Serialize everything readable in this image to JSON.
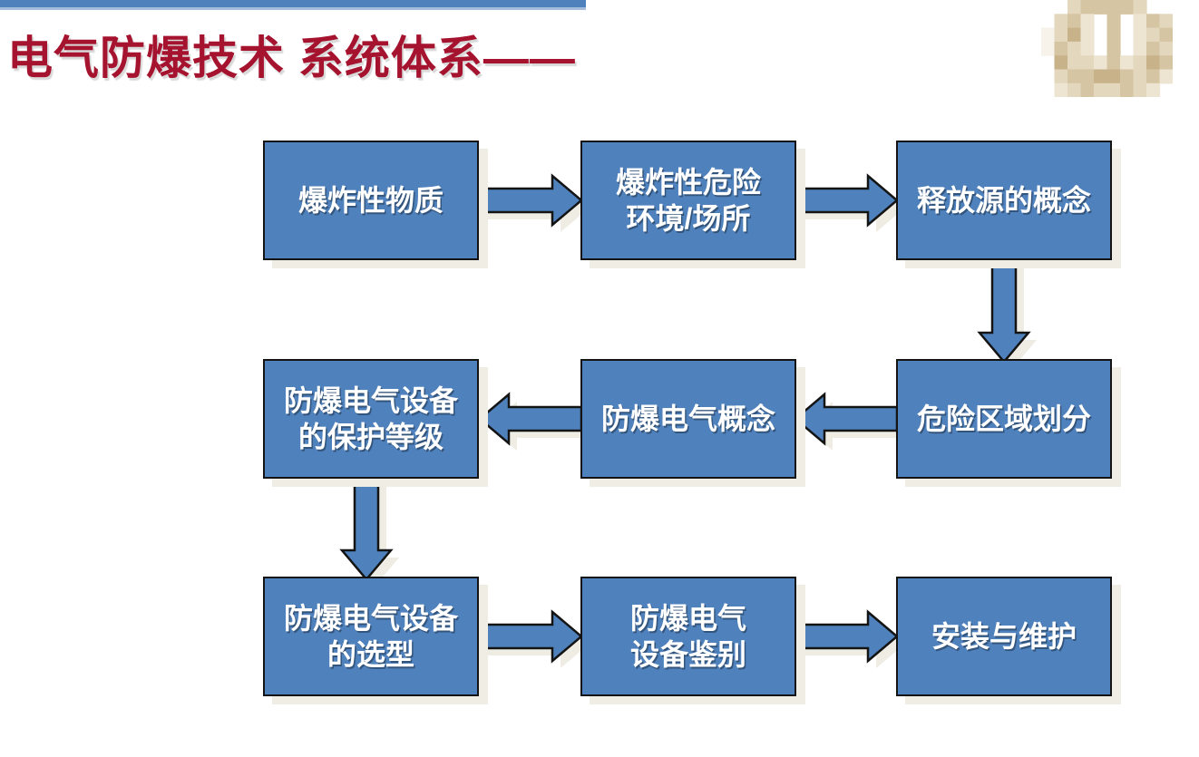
{
  "slide": {
    "title": "电气防爆技术 系统体系——",
    "colors": {
      "title_red": "#A5132F",
      "box_fill": "#4F81BD",
      "box_border": "#141414",
      "box_text": "#FFFFFF",
      "drop_shadow": "#F0EDE5",
      "top_bar": "#4F81BD",
      "top_bar_strip": "#A3BCDB",
      "arrow_fill": "#4F81BD"
    }
  },
  "logo": {
    "name": "pixelated-building-emblem",
    "cell": {
      "w": 14.5,
      "h": 15.3
    },
    "palette": {
      "a": "#F7F3EA",
      "b": "#EDE4D2",
      "c": "#E3D7BE",
      "d": "#D6C5A3",
      "e": "#C8B28A"
    },
    "pixels": [
      "..cddddc..",
      ".cdb.d.bdc",
      "aceb.d.bcd",
      "adcb.d.bdc",
      ".eccbdbced",
      ".cddeedcdb",
      ".bcdccdcb."
    ]
  },
  "flowchart": {
    "boxes": [
      {
        "id": "explosive-substances",
        "label": "爆炸性物质"
      },
      {
        "id": "hazardous-environment",
        "label": "爆炸性危险\n环境/场所"
      },
      {
        "id": "release-source-concept",
        "label": "释放源的概念"
      },
      {
        "id": "hazardous-area-classification",
        "label": "危险区域划分"
      },
      {
        "id": "explosionproof-electrical-concept",
        "label": "防爆电气概念"
      },
      {
        "id": "equipment-protection-level",
        "label": "防爆电气设备\n的保护等级"
      },
      {
        "id": "equipment-selection",
        "label": "防爆电气设备\n的选型"
      },
      {
        "id": "equipment-identification",
        "label": "防爆电气\n设备鉴别"
      },
      {
        "id": "installation-maintenance",
        "label": "安装与维护"
      }
    ],
    "arrows": [
      {
        "from": "explosive-substances",
        "to": "hazardous-environment",
        "direction": "right"
      },
      {
        "from": "hazardous-environment",
        "to": "release-source-concept",
        "direction": "right"
      },
      {
        "from": "release-source-concept",
        "to": "hazardous-area-classification",
        "direction": "down"
      },
      {
        "from": "hazardous-area-classification",
        "to": "explosionproof-electrical-concept",
        "direction": "left"
      },
      {
        "from": "explosionproof-electrical-concept",
        "to": "equipment-protection-level",
        "direction": "left"
      },
      {
        "from": "equipment-protection-level",
        "to": "equipment-selection",
        "direction": "down"
      },
      {
        "from": "equipment-selection",
        "to": "equipment-identification",
        "direction": "right"
      },
      {
        "from": "equipment-identification",
        "to": "installation-maintenance",
        "direction": "right"
      }
    ]
  }
}
